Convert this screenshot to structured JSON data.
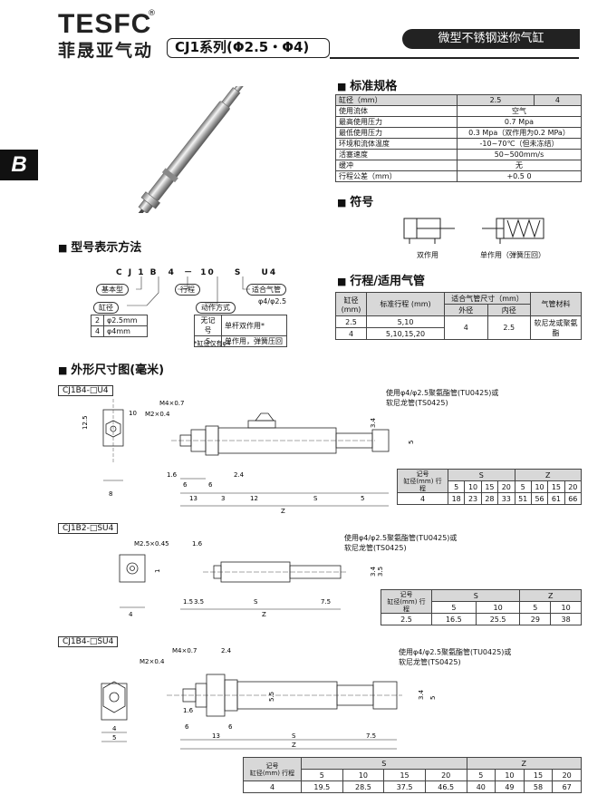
{
  "header": {
    "brand_en": "TESFC",
    "brand_reg": "®",
    "brand_cn": "菲晟亚气动",
    "series": "CJ1系列(Φ2.5・Φ4)",
    "banner": "微型不锈钢迷你气缸"
  },
  "side_tab": "B",
  "spec": {
    "title": "标准规格",
    "rows": [
      [
        "缸径（mm）",
        "2.5",
        "4"
      ],
      [
        "使用流体",
        "空气"
      ],
      [
        "最高使用压力",
        "0.7 Mpa"
      ],
      [
        "最低使用压力",
        "0.3 Mpa（双作用为0.2 MPa）"
      ],
      [
        "环境和流体温度",
        "-10~70℃（但未冻结）"
      ],
      [
        "活塞速度",
        "50~500mm/s"
      ],
      [
        "缓冲",
        "无"
      ],
      [
        "行程公差（mm）",
        "+0.5 0"
      ]
    ]
  },
  "symbol": {
    "title": "符号",
    "double_label": "双作用",
    "single_label": "单作用（弹簧压回）"
  },
  "stroke": {
    "title": "行程/适用气管",
    "h_bore": "缸径 (mm)",
    "h_stroke": "标准行程 (mm)",
    "h_tube": "适合气管尺寸（mm）",
    "h_od": "外径",
    "h_id": "内径",
    "h_mat": "气管材料",
    "rows": [
      {
        "bore": "2.5",
        "stroke": "5,10"
      },
      {
        "bore": "4",
        "stroke": "5,10,15,20"
      }
    ],
    "od": "4",
    "id": "2.5",
    "mat": "软尼龙或聚氨酯"
  },
  "model": {
    "title": "型号表示方法",
    "code": [
      "C",
      "J",
      "1",
      "B",
      "4",
      "－",
      "10",
      "S",
      "U4"
    ],
    "base": "基本型",
    "bore": "缸径",
    "stroke": "行程",
    "action": "动作方式",
    "tube": "适合气管",
    "tube_val": "φ4/φ2.5",
    "bore_rows": [
      [
        "2",
        "φ2.5mm"
      ],
      [
        "4",
        "φ4mm"
      ]
    ],
    "action_rows": [
      [
        "无记号",
        "单杆双作用*"
      ],
      [
        "S",
        "单作用，弹簧压回"
      ]
    ],
    "note": "*缸径仅有φ4"
  },
  "dims": {
    "title": "外形尺寸图(毫米)",
    "d1": {
      "label": "CJ1B4-□U4",
      "note1": "使用φ4/φ2.5聚氨酯管(TU0425)或",
      "note2": "软尼龙管(TS0425)",
      "m1": "M4×0.7",
      "m2": "M2×0.4",
      "dims": [
        "1.6",
        "6",
        "6",
        "13",
        "3",
        "12",
        "S",
        "5",
        "Z",
        "2.4",
        "12.5",
        "10",
        "8",
        "3.4",
        "5"
      ],
      "tbl_code": "记号",
      "tbl_bore": "缸径(mm)",
      "tbl_stroke": "行程",
      "s_head": "S",
      "z_head": "Z",
      "strokes": [
        "5",
        "10",
        "15",
        "20",
        "5",
        "10",
        "15",
        "20"
      ],
      "bore": "4",
      "values": [
        "18",
        "23",
        "28",
        "33",
        "51",
        "56",
        "61",
        "66"
      ]
    },
    "d2": {
      "label": "CJ1B2-□SU4",
      "note1": "使用φ4/φ2.5聚氨酯管(TU0425)或",
      "note2": "软尼龙管(TS0425)",
      "m1": "M2.5×0.45",
      "dims": [
        "1.6",
        "1",
        "1.5",
        "3.5",
        "S",
        "7.5",
        "Z",
        "4",
        "3.4",
        "3.5"
      ],
      "tbl_code": "记号",
      "tbl_bore": "缸径(mm)",
      "tbl_stroke": "行程",
      "s_head": "S",
      "z_head": "Z",
      "strokes": [
        "5",
        "10",
        "5",
        "10"
      ],
      "bore": "2.5",
      "values": [
        "16.5",
        "25.5",
        "29",
        "38"
      ]
    },
    "d3": {
      "label": "CJ1B4-□SU4",
      "note1": "使用φ4/φ2.5聚氨酯管(TU0425)或",
      "note2": "软尼龙管(TS0425)",
      "m1": "M4×0.7",
      "m2": "M2×0.4",
      "dims": [
        "2.4",
        "1.6",
        "6",
        "6",
        "13",
        "S",
        "7.5",
        "Z",
        "4",
        "5",
        "5.5",
        "3.4",
        "5"
      ],
      "tbl_code": "记号",
      "tbl_bore": "缸径(mm)",
      "tbl_stroke": "行程",
      "s_head": "S",
      "z_head": "Z",
      "strokes": [
        "5",
        "10",
        "15",
        "20",
        "5",
        "10",
        "15",
        "20"
      ],
      "bore": "4",
      "values": [
        "19.5",
        "28.5",
        "37.5",
        "46.5",
        "40",
        "49",
        "58",
        "67"
      ]
    }
  }
}
